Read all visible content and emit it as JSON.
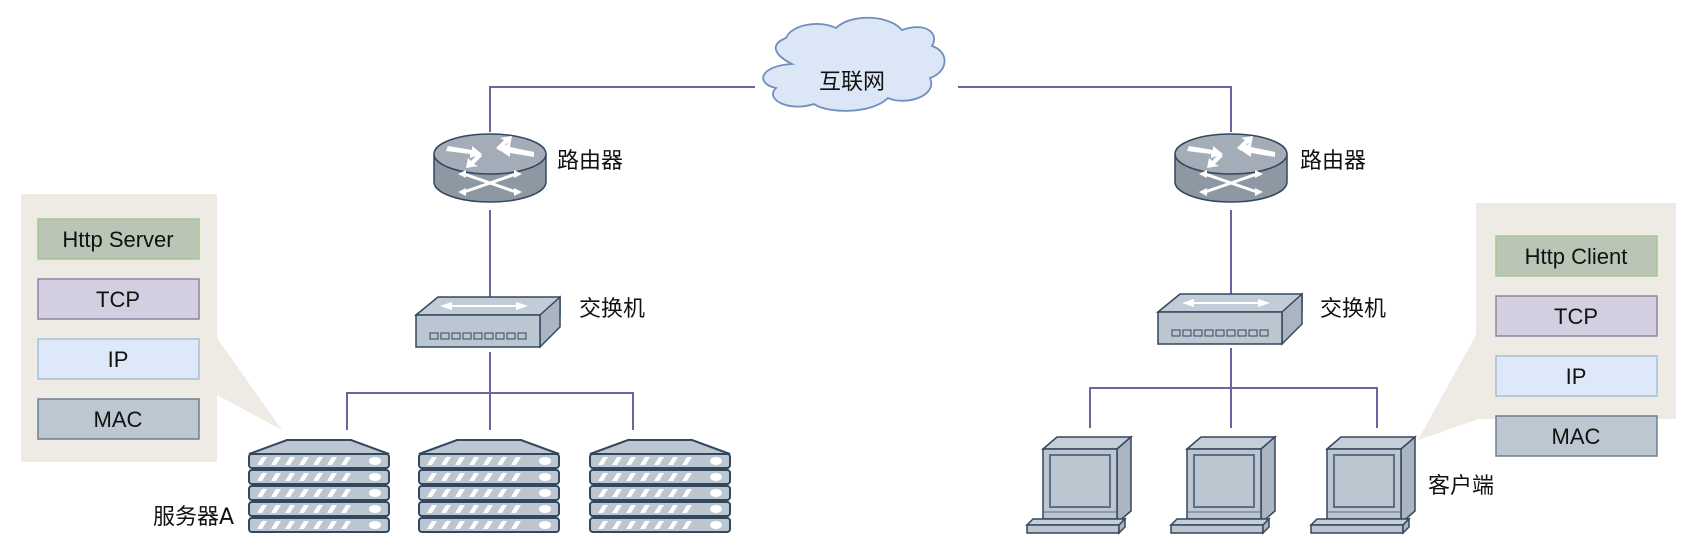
{
  "diagram": {
    "internet_label": "互联网",
    "left": {
      "router_label": "路由器",
      "switch_label": "交换机",
      "server_label": "服务器A",
      "stack": [
        "Http Server",
        "TCP",
        "IP",
        "MAC"
      ]
    },
    "right": {
      "router_label": "路由器",
      "switch_label": "交换机",
      "client_label": "客户端",
      "stack": [
        "Http Client",
        "TCP",
        "IP",
        "MAC"
      ]
    }
  },
  "colors": {
    "link": "#6b64a0",
    "device_fill": "#bcc6d0",
    "device_stroke": "#33475f",
    "router_fill": "#9aa3ad",
    "cloud_fill": "#dbe6f6",
    "cloud_stroke": "#6f8fbf",
    "panel_bg": "#eeebe4",
    "app_fill": "#b9c6b6",
    "app_stroke": "#a5c493",
    "tcp_fill": "#d3cfe0",
    "tcp_stroke": "#8a86a4",
    "ip_fill": "#dde8f8",
    "ip_stroke": "#a9bcd8",
    "mac_fill": "#bcc7d1",
    "mac_stroke": "#6e7f90"
  }
}
